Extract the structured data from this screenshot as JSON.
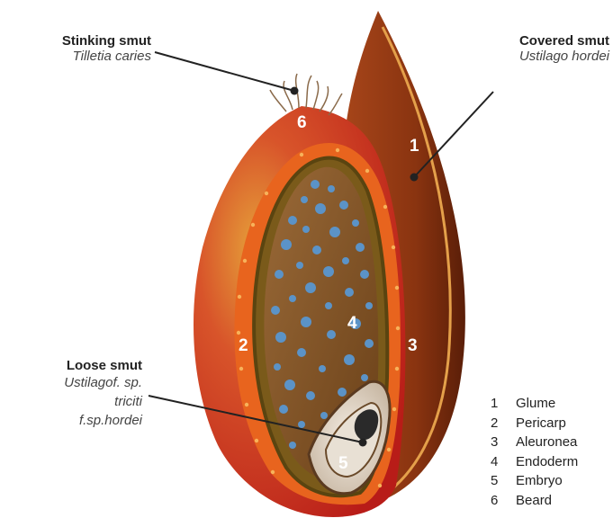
{
  "labels": {
    "stinking": {
      "name": "Stinking smut",
      "sci": "Tilletia caries"
    },
    "covered": {
      "name": "Covered smut",
      "sci": "Ustilago hordei"
    },
    "loose": {
      "name": "Loose smut",
      "sci1": "Ustilagof. sp.",
      "sci2": "triciti",
      "sci3": "f.sp.hordei"
    }
  },
  "numbers": {
    "n1": "1",
    "n2": "2",
    "n3": "3",
    "n4": "4",
    "n5": "5",
    "n6": "6"
  },
  "legend": [
    {
      "num": "1",
      "text": "Glume"
    },
    {
      "num": "2",
      "text": "Pericarp"
    },
    {
      "num": "3",
      "text": "Aleuronea"
    },
    {
      "num": "4",
      "text": "Endoderm"
    },
    {
      "num": "5",
      "text": "Embryo"
    },
    {
      "num": "6",
      "text": "Beard"
    }
  ],
  "colors": {
    "glume": "#7a2a0e",
    "pericarp": "#d23a1c",
    "aleurone": "#e8641e",
    "endosperm": "#8a5a2a",
    "starch": "#5b93c7"
  }
}
